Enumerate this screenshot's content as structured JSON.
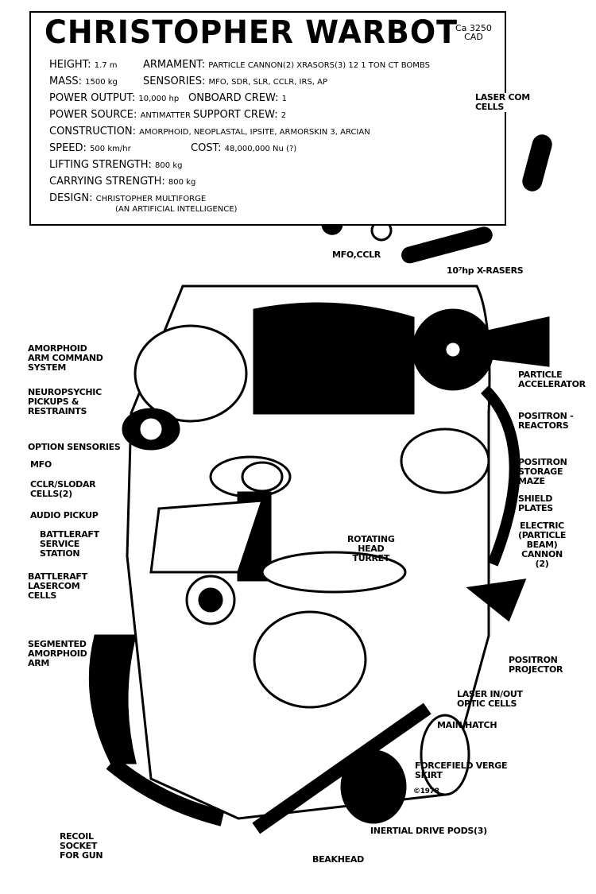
{
  "title": "CHRISTOPHER WARBOT",
  "date": "Ca 3250\nCAD",
  "specs": {
    "height": {
      "label": "HEIGHT:",
      "value": "1.7 m"
    },
    "armament": {
      "label": "ARMAMENT:",
      "value": "PARTICLE CANNON(2) XRASORS(3) 12 1 TON CT BOMBS"
    },
    "mass": {
      "label": "MASS:",
      "value": "1500 kg"
    },
    "sensories": {
      "label": "SENSORIES:",
      "value": "MFO, SDR, SLR, CCLR, IRS, AP"
    },
    "power_output": {
      "label": "POWER OUTPUT:",
      "value": "10,000 hp"
    },
    "onboard_crew": {
      "label": "ONBOARD CREW:",
      "value": "1"
    },
    "power_source": {
      "label": "POWER SOURCE:",
      "value": "ANTIMATTER"
    },
    "support_crew": {
      "label": "SUPPORT CREW:",
      "value": "2"
    },
    "construction": {
      "label": "CONSTRUCTION:",
      "value": "AMORPHOID, NEOPLASTAL, IPSITE, ARMORSKIN 3, ARCIAN"
    },
    "speed": {
      "label": "SPEED:",
      "value": "500 km/hr"
    },
    "cost": {
      "label": "COST:",
      "value": "48,000,000 Nu (?)"
    },
    "lifting": {
      "label": "LIFTING STRENGTH:",
      "value": "800 kg"
    },
    "carrying": {
      "label": "CARRYING STRENGTH:",
      "value": "800 kg"
    },
    "design": {
      "label": "DESIGN:",
      "value": "CHRISTOPHER MULTIFORGE"
    },
    "design_note": "(AN ARTIFICIAL INTELLIGENCE)"
  },
  "labels": {
    "laser_com_cells": "LASER COM\nCELLS",
    "mfo_cclr": "MFO,CCLR",
    "x_rasers": "10⁷hp X-RASERS",
    "arm_command": "AMORPHOID\nARM COMMAND\nSYSTEM",
    "neuropsychic": "NEUROPSYCHIC\nPICKUPS &\nRESTRAINTS",
    "option_sensories": "OPTION SENSORIES",
    "mfo": "MFO",
    "cclr_slodar": "CCLR/SLODAR\nCELLS(2)",
    "audio_pickup": "AUDIO PICKUP",
    "service_station": "BATTLERAFT\nSERVICE\nSTATION",
    "lasercom": "BATTLERAFT\nLASERCOM\nCELLS",
    "segmented_arm": "SEGMENTED\nAMORPHOID\nARM",
    "recoil_socket": "RECOIL\nSOCKET\nFOR GUN",
    "beakhead": "BEAKHEAD",
    "particle_accelerator": "PARTICLE\nACCELERATOR",
    "positron_reactors": "POSITRON -\nREACTORS",
    "storage_maze": "POSITRON\nSTORAGE\nMAZE",
    "shield_plates": "SHIELD\nPLATES",
    "electric_cannon": "ELECTRIC\n(PARTICLE\nBEAM)\nCANNON\n(2)",
    "head_turret": "ROTATING\nHEAD\nTURRET",
    "positron_projector": "POSITRON\nPROJECTOR",
    "laser_optic": "LASER IN/OUT\nOPTIC CELLS",
    "main_hatch": "MAIN HATCH",
    "forcefield": "FORCEFIELD VERGE\nSKIRT",
    "copyright": "©1978",
    "drive_pods": "INERTIAL DRIVE PODS(3)"
  }
}
